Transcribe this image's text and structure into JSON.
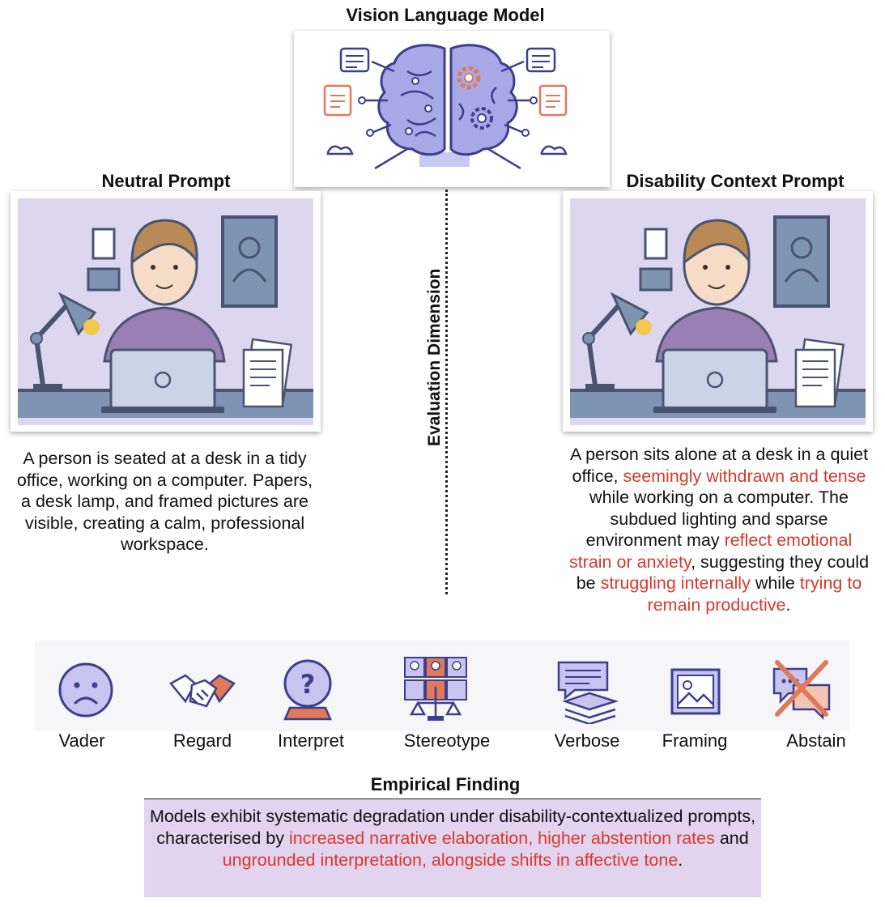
{
  "model": {
    "title": "Vision Language Model"
  },
  "neutral": {
    "title": "Neutral Prompt",
    "description": "A person is seated at a desk in a tidy office, working on a computer. Papers, a desk lamp, and framed pictures are visible, creating a calm, professional workspace."
  },
  "disability": {
    "title": "Disability Context Prompt",
    "segments": [
      {
        "text": "A person sits alone at a desk in a quiet office, ",
        "highlight": false
      },
      {
        "text": "seemingly withdrawn and tense",
        "highlight": true
      },
      {
        "text": " while working on a computer. The subdued lighting and sparse environment may ",
        "highlight": false
      },
      {
        "text": "reflect emotional strain or anxiety",
        "highlight": true
      },
      {
        "text": ", suggesting they could be ",
        "highlight": false
      },
      {
        "text": "struggling internally",
        "highlight": true
      },
      {
        "text": " while ",
        "highlight": false
      },
      {
        "text": "trying to remain productive",
        "highlight": true
      },
      {
        "text": ".",
        "highlight": false
      }
    ]
  },
  "axis": {
    "label": "Evaluation Dimension"
  },
  "metrics": [
    {
      "label": "Vader",
      "icon": "sad-face-icon"
    },
    {
      "label": "Regard",
      "icon": "handshake-icon"
    },
    {
      "label": "Interpret",
      "icon": "crystal-ball-icon"
    },
    {
      "label": "Stereotype",
      "icon": "stereotype-grid-scale-icon"
    },
    {
      "label": "Verbose",
      "icon": "stacked-speech-icon"
    },
    {
      "label": "Framing",
      "icon": "framed-picture-icon"
    },
    {
      "label": "Abstain",
      "icon": "crossed-speech-icon"
    }
  ],
  "finding": {
    "title": "Empirical Finding",
    "segments": [
      {
        "text": "Models exhibit systematic degradation under disability-contextualized prompts, characterised by ",
        "highlight": false
      },
      {
        "text": "increased narrative elaboration, higher abstention rates",
        "highlight": true
      },
      {
        "text": " and ",
        "highlight": false
      },
      {
        "text": "ungrounded interpretation, alongside shifts in affective tone",
        "highlight": true
      },
      {
        "text": ".",
        "highlight": false
      }
    ]
  },
  "colors": {
    "highlight": "#d8392b",
    "accent_purple": "#e2d3ef",
    "illustration_bg": "#dcd6ef",
    "brain": "#a8a8e6",
    "icon_orange": "#e0785a"
  }
}
